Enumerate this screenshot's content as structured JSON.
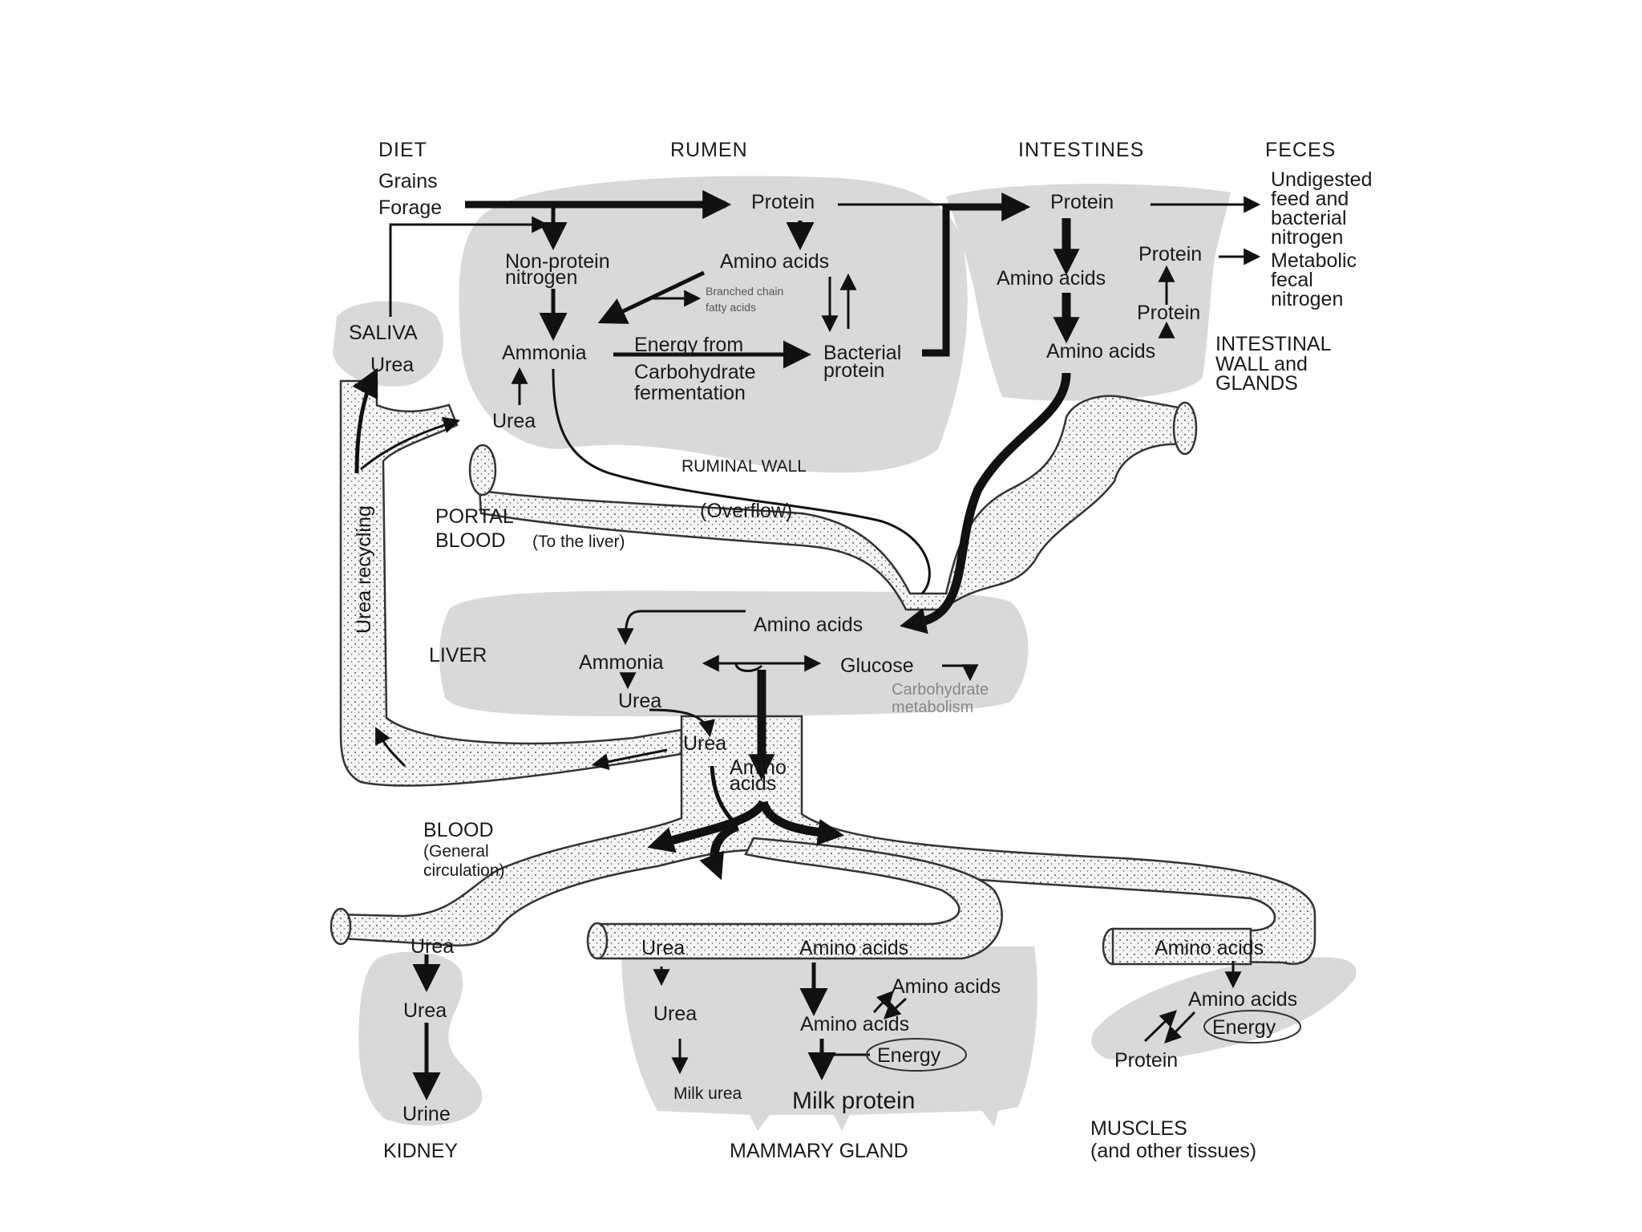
{
  "headers": {
    "diet": "DIET",
    "rumen": "RUMEN",
    "intestines": "INTESTINES",
    "feces": "FECES"
  },
  "diet": {
    "grains": "Grains",
    "forage": "Forage"
  },
  "saliva": {
    "title": "SALIVA",
    "urea": "Urea"
  },
  "rumen": {
    "protein": "Protein",
    "npn_1": "Non-protein",
    "npn_2": "nitrogen",
    "amino_acids": "Amino acids",
    "bcfa_1": "Branched chain",
    "bcfa_2": "fatty acids",
    "ammonia": "Ammonia",
    "energy_1": "Energy from",
    "energy_2": "Carbohydrate",
    "energy_3": "fermentation",
    "bacterial_1": "Bacterial",
    "bacterial_2": "protein",
    "urea": "Urea",
    "ruminal_wall": "RUMINAL WALL",
    "overflow": "(Overflow)"
  },
  "intestines": {
    "protein": "Protein",
    "amino_acids_1": "Amino acids",
    "amino_acids_2": "Amino acids",
    "protein_wall_1": "Protein",
    "protein_wall_2": "Protein",
    "wall_1": "INTESTINAL",
    "wall_2": "WALL and",
    "wall_3": "GLANDS"
  },
  "feces": {
    "undigested_1": "Undigested",
    "undigested_2": "feed and",
    "undigested_3": "bacterial",
    "undigested_4": "nitrogen",
    "metabolic_1": "Metabolic",
    "metabolic_2": "fecal",
    "metabolic_3": "nitrogen"
  },
  "portal": {
    "line1": "PORTAL",
    "line2": "BLOOD",
    "note": "(To the liver)"
  },
  "urea_recycling": "Urea recycling",
  "liver": {
    "title": "LIVER",
    "amino_acids": "Amino acids",
    "ammonia": "Ammonia",
    "urea": "Urea",
    "glucose": "Glucose",
    "carb_1": "Carbohydrate",
    "carb_2": "metabolism"
  },
  "blood": {
    "urea": "Urea",
    "amino_1": "Amino",
    "amino_2": "acids",
    "title": "BLOOD",
    "sub_1": "(General",
    "sub_2": "circulation)"
  },
  "kidney": {
    "urea_vessel": "Urea",
    "urea": "Urea",
    "urine": "Urine",
    "title": "KIDNEY"
  },
  "mammary": {
    "urea_vessel": "Urea",
    "amino_vessel": "Amino acids",
    "urea": "Urea",
    "amino_acids_a": "Amino acids",
    "amino_acids_b": "Amino acids",
    "energy": "Energy",
    "milk_urea": "Milk urea",
    "milk_protein": "Milk protein",
    "title": "MAMMARY GLAND"
  },
  "muscles": {
    "amino_vessel": "Amino acids",
    "amino_acids": "Amino acids",
    "energy": "Energy",
    "protein": "Protein",
    "title_1": "MUSCLES",
    "title_2": "(and other tissues)"
  }
}
